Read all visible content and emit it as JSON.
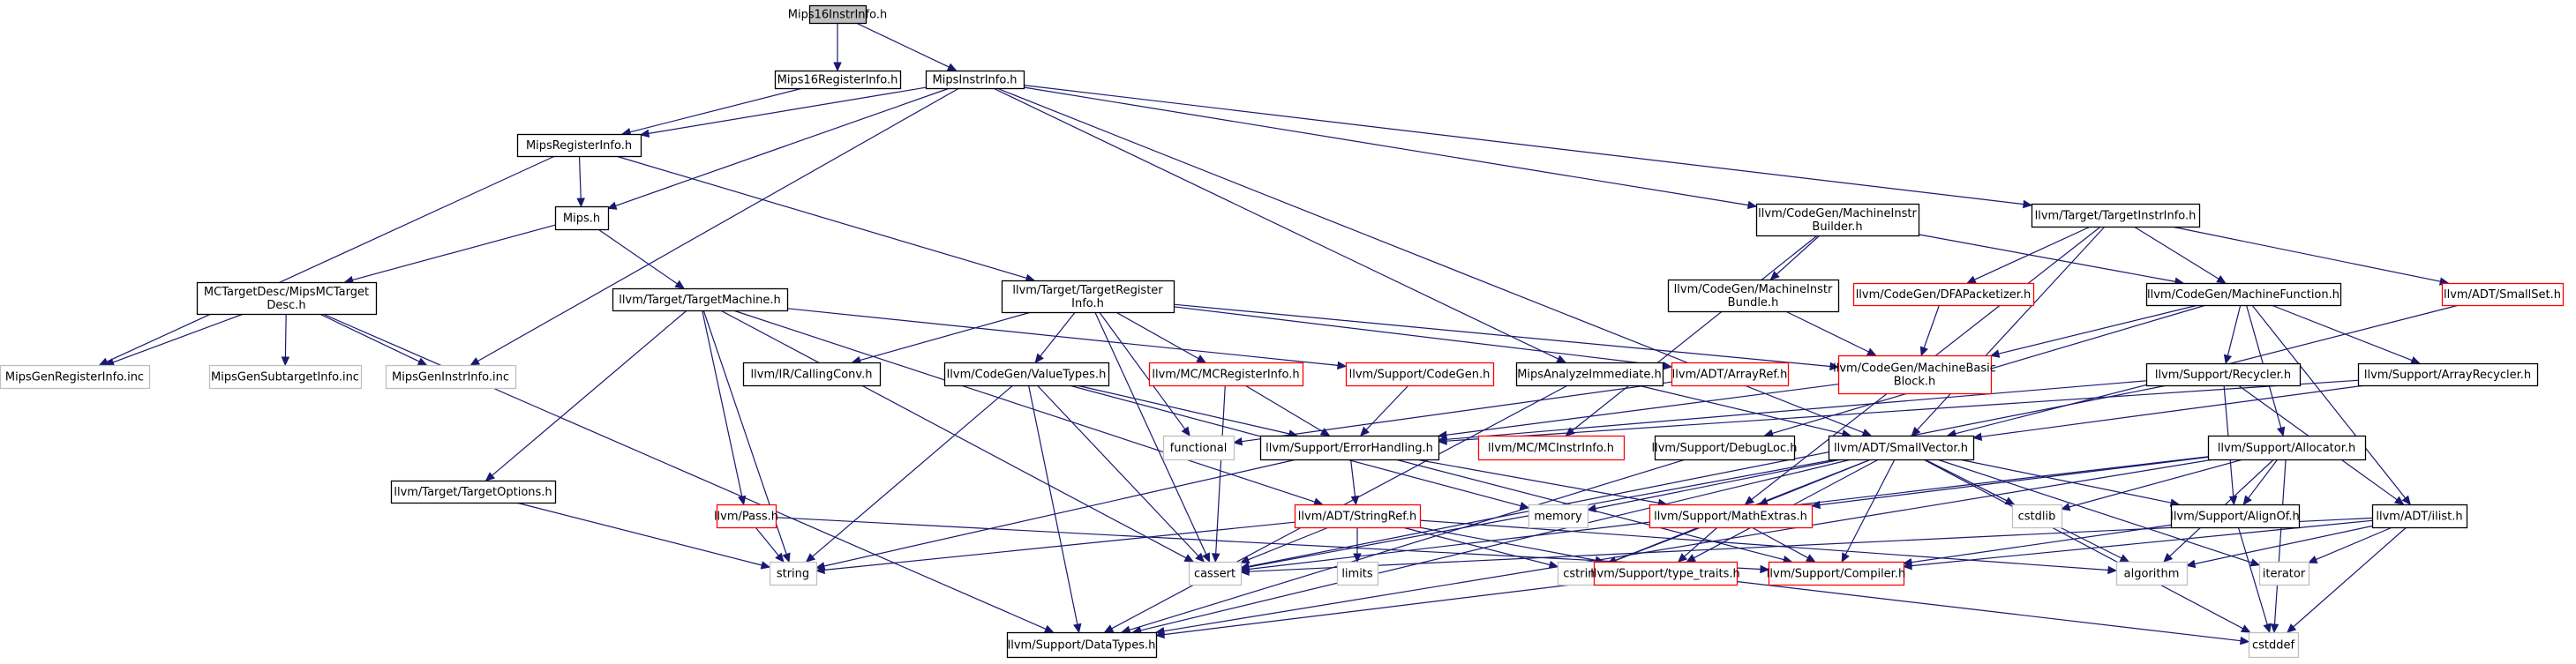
{
  "colors": {
    "root_fill": "#bfbfbf",
    "root_stroke": "#000000",
    "normal_stroke": "#000000",
    "red_stroke": "#ff0000",
    "external_stroke": "#bfbfbf",
    "edge": "#191970"
  },
  "nodes": [
    {
      "id": "n0",
      "lines": [
        "Mips16InstrInfo.h"
      ],
      "kind": "root"
    },
    {
      "id": "n1",
      "lines": [
        "Mips16RegisterInfo.h"
      ],
      "kind": "normal"
    },
    {
      "id": "n2",
      "lines": [
        "MipsInstrInfo.h"
      ],
      "kind": "normal"
    },
    {
      "id": "n3",
      "lines": [
        "MipsRegisterInfo.h"
      ],
      "kind": "normal"
    },
    {
      "id": "n4",
      "lines": [
        "Mips.h"
      ],
      "kind": "normal"
    },
    {
      "id": "n5",
      "lines": [
        "MCTargetDesc/MipsMCTarget",
        "Desc.h"
      ],
      "kind": "normal"
    },
    {
      "id": "n6",
      "lines": [
        "MipsGenRegisterInfo.inc"
      ],
      "kind": "external"
    },
    {
      "id": "n7",
      "lines": [
        "MipsGenSubtargetInfo.inc"
      ],
      "kind": "external"
    },
    {
      "id": "n8",
      "lines": [
        "MipsGenInstrInfo.inc"
      ],
      "kind": "external"
    },
    {
      "id": "n9",
      "lines": [
        "llvm/Support/DataTypes.h"
      ],
      "kind": "normal"
    },
    {
      "id": "n10",
      "lines": [
        "llvm/Target/TargetMachine.h"
      ],
      "kind": "normal"
    },
    {
      "id": "n11",
      "lines": [
        "llvm/Target/TargetOptions.h"
      ],
      "kind": "normal"
    },
    {
      "id": "n12",
      "lines": [
        "llvm/Pass.h"
      ],
      "kind": "red"
    },
    {
      "id": "n13",
      "lines": [
        "string"
      ],
      "kind": "external"
    },
    {
      "id": "n14",
      "lines": [
        "cassert"
      ],
      "kind": "external"
    },
    {
      "id": "n15",
      "lines": [
        "llvm/Target/TargetRegister",
        "Info.h"
      ],
      "kind": "normal"
    },
    {
      "id": "n16",
      "lines": [
        "llvm/IR/CallingConv.h"
      ],
      "kind": "normal"
    },
    {
      "id": "n17",
      "lines": [
        "llvm/CodeGen/ValueTypes.h"
      ],
      "kind": "normal"
    },
    {
      "id": "n18",
      "lines": [
        "llvm/MC/MCRegisterInfo.h"
      ],
      "kind": "red"
    },
    {
      "id": "n19",
      "lines": [
        "llvm/Support/CodeGen.h"
      ],
      "kind": "red"
    },
    {
      "id": "n20",
      "lines": [
        "MipsAnalyzeImmediate.h"
      ],
      "kind": "normal"
    },
    {
      "id": "n21",
      "lines": [
        "llvm/ADT/ArrayRef.h"
      ],
      "kind": "red"
    },
    {
      "id": "n22",
      "lines": [
        "functional"
      ],
      "kind": "external"
    },
    {
      "id": "n23",
      "lines": [
        "llvm/Support/ErrorHandling.h"
      ],
      "kind": "normal"
    },
    {
      "id": "n24",
      "lines": [
        "llvm/MC/MCInstrInfo.h"
      ],
      "kind": "red"
    },
    {
      "id": "n25",
      "lines": [
        "llvm/ADT/StringRef.h"
      ],
      "kind": "red"
    },
    {
      "id": "n26",
      "lines": [
        "limits"
      ],
      "kind": "external"
    },
    {
      "id": "n27",
      "lines": [
        "memory"
      ],
      "kind": "external"
    },
    {
      "id": "n28",
      "lines": [
        "llvm/CodeGen/MachineInstr",
        "Builder.h"
      ],
      "kind": "normal"
    },
    {
      "id": "n29",
      "lines": [
        "llvm/CodeGen/MachineInstr",
        "Bundle.h"
      ],
      "kind": "normal"
    },
    {
      "id": "n30",
      "lines": [
        "llvm/CodeGen/MachineBasic",
        "Block.h"
      ],
      "kind": "red"
    },
    {
      "id": "n31",
      "lines": [
        "llvm/Target/TargetInstrInfo.h"
      ],
      "kind": "normal"
    },
    {
      "id": "n32",
      "lines": [
        "llvm/CodeGen/DFAPacketizer.h"
      ],
      "kind": "red"
    },
    {
      "id": "n33",
      "lines": [
        "llvm/CodeGen/MachineFunction.h"
      ],
      "kind": "normal"
    },
    {
      "id": "n34",
      "lines": [
        "llvm/ADT/SmallSet.h"
      ],
      "kind": "red"
    },
    {
      "id": "n35",
      "lines": [
        "llvm/Support/Recycler.h"
      ],
      "kind": "normal"
    },
    {
      "id": "n36",
      "lines": [
        "llvm/Support/ArrayRecycler.h"
      ],
      "kind": "normal"
    },
    {
      "id": "n37",
      "lines": [
        "llvm/Support/DebugLoc.h"
      ],
      "kind": "normal"
    },
    {
      "id": "n38",
      "lines": [
        "llvm/ADT/SmallVector.h"
      ],
      "kind": "normal"
    },
    {
      "id": "n39",
      "lines": [
        "llvm/Support/Allocator.h"
      ],
      "kind": "normal"
    },
    {
      "id": "n40",
      "lines": [
        "llvm/Support/MathExtras.h"
      ],
      "kind": "red"
    },
    {
      "id": "n41",
      "lines": [
        "cstdlib"
      ],
      "kind": "external"
    },
    {
      "id": "n42",
      "lines": [
        "llvm/Support/AlignOf.h"
      ],
      "kind": "normal"
    },
    {
      "id": "n43",
      "lines": [
        "llvm/ADT/ilist.h"
      ],
      "kind": "normal"
    },
    {
      "id": "n44",
      "lines": [
        "cstring"
      ],
      "kind": "external"
    },
    {
      "id": "n45",
      "lines": [
        "llvm/Support/type_traits.h"
      ],
      "kind": "red"
    },
    {
      "id": "n46",
      "lines": [
        "llvm/Support/Compiler.h"
      ],
      "kind": "red"
    },
    {
      "id": "n47",
      "lines": [
        "algorithm"
      ],
      "kind": "external"
    },
    {
      "id": "n48",
      "lines": [
        "iterator"
      ],
      "kind": "external"
    },
    {
      "id": "n49",
      "lines": [
        "cstddef"
      ],
      "kind": "external"
    }
  ],
  "edges": [
    [
      "n0",
      "n1"
    ],
    [
      "n0",
      "n2"
    ],
    [
      "n1",
      "n3"
    ],
    [
      "n2",
      "n3"
    ],
    [
      "n2",
      "n4"
    ],
    [
      "n2",
      "n8"
    ],
    [
      "n2",
      "n20"
    ],
    [
      "n2",
      "n28"
    ],
    [
      "n2",
      "n31"
    ],
    [
      "n2",
      "n38"
    ],
    [
      "n3",
      "n4"
    ],
    [
      "n3",
      "n6"
    ],
    [
      "n3",
      "n15"
    ],
    [
      "n4",
      "n5"
    ],
    [
      "n4",
      "n10"
    ],
    [
      "n5",
      "n6"
    ],
    [
      "n5",
      "n7"
    ],
    [
      "n5",
      "n8"
    ],
    [
      "n5",
      "n9"
    ],
    [
      "n10",
      "n11"
    ],
    [
      "n10",
      "n12"
    ],
    [
      "n10",
      "n13"
    ],
    [
      "n10",
      "n14"
    ],
    [
      "n10",
      "n19"
    ],
    [
      "n10",
      "n25"
    ],
    [
      "n11",
      "n13"
    ],
    [
      "n12",
      "n13"
    ],
    [
      "n12",
      "n46"
    ],
    [
      "n15",
      "n16"
    ],
    [
      "n15",
      "n17"
    ],
    [
      "n15",
      "n18"
    ],
    [
      "n15",
      "n21"
    ],
    [
      "n15",
      "n22"
    ],
    [
      "n15",
      "n30"
    ],
    [
      "n15",
      "n14"
    ],
    [
      "n17",
      "n9"
    ],
    [
      "n17",
      "n13"
    ],
    [
      "n17",
      "n14"
    ],
    [
      "n17",
      "n23"
    ],
    [
      "n17",
      "n27"
    ],
    [
      "n18",
      "n23"
    ],
    [
      "n18",
      "n14"
    ],
    [
      "n19",
      "n23"
    ],
    [
      "n20",
      "n9"
    ],
    [
      "n20",
      "n38"
    ],
    [
      "n21",
      "n22"
    ],
    [
      "n23",
      "n25"
    ],
    [
      "n23",
      "n40"
    ],
    [
      "n23",
      "n13"
    ],
    [
      "n23",
      "n46"
    ],
    [
      "n25",
      "n14"
    ],
    [
      "n25",
      "n13"
    ],
    [
      "n25",
      "n26"
    ],
    [
      "n25",
      "n44"
    ],
    [
      "n25",
      "n45"
    ],
    [
      "n25",
      "n47"
    ],
    [
      "n28",
      "n29"
    ],
    [
      "n28",
      "n33"
    ],
    [
      "n28",
      "n24"
    ],
    [
      "n29",
      "n30"
    ],
    [
      "n30",
      "n23"
    ],
    [
      "n31",
      "n32"
    ],
    [
      "n31",
      "n33"
    ],
    [
      "n31",
      "n34"
    ],
    [
      "n31",
      "n40"
    ],
    [
      "n31",
      "n38"
    ],
    [
      "n32",
      "n30"
    ],
    [
      "n33",
      "n30"
    ],
    [
      "n33",
      "n35"
    ],
    [
      "n33",
      "n36"
    ],
    [
      "n33",
      "n43"
    ],
    [
      "n33",
      "n39"
    ],
    [
      "n33",
      "n37"
    ],
    [
      "n34",
      "n38"
    ],
    [
      "n35",
      "n42"
    ],
    [
      "n35",
      "n43"
    ],
    [
      "n35",
      "n14"
    ],
    [
      "n35",
      "n23"
    ],
    [
      "n36",
      "n38"
    ],
    [
      "n36",
      "n23"
    ],
    [
      "n37",
      "n9"
    ],
    [
      "n38",
      "n9"
    ],
    [
      "n38",
      "n14"
    ],
    [
      "n38",
      "n40"
    ],
    [
      "n38",
      "n41"
    ],
    [
      "n38",
      "n42"
    ],
    [
      "n38",
      "n27"
    ],
    [
      "n38",
      "n44"
    ],
    [
      "n38",
      "n45"
    ],
    [
      "n38",
      "n46"
    ],
    [
      "n38",
      "n47"
    ],
    [
      "n38",
      "n48"
    ],
    [
      "n38",
      "n49"
    ],
    [
      "n39",
      "n41"
    ],
    [
      "n39",
      "n42"
    ],
    [
      "n39",
      "n40"
    ],
    [
      "n39",
      "n14"
    ],
    [
      "n39",
      "n9"
    ],
    [
      "n39",
      "n49"
    ],
    [
      "n39",
      "n47"
    ],
    [
      "n40",
      "n44"
    ],
    [
      "n40",
      "n45"
    ],
    [
      "n40",
      "n46"
    ],
    [
      "n42",
      "n46"
    ],
    [
      "n42",
      "n49"
    ],
    [
      "n43",
      "n14"
    ],
    [
      "n43",
      "n47"
    ],
    [
      "n43",
      "n48"
    ],
    [
      "n43",
      "n49"
    ],
    [
      "n43",
      "n46"
    ],
    [
      "n45",
      "n9"
    ],
    [
      "n45",
      "n49"
    ]
  ]
}
